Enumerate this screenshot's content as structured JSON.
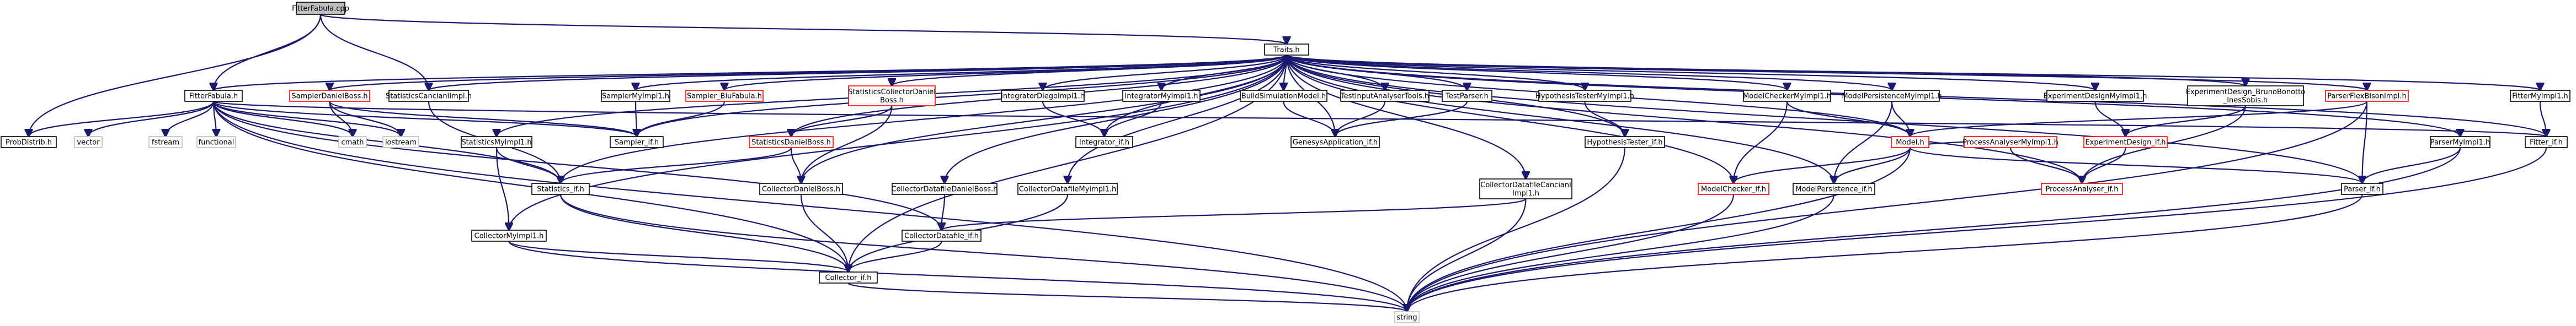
{
  "nodes": [
    {
      "id": "fitterfabula_cpp",
      "label": [
        "FitterFabula.cpp"
      ],
      "style": "focus"
    },
    {
      "id": "traits",
      "label": [
        "Traits.h"
      ],
      "style": "normal"
    },
    {
      "id": "fitterfabula_h",
      "label": [
        "FitterFabula.h"
      ],
      "style": "normal"
    },
    {
      "id": "statscanciani",
      "label": [
        "StatisticsCancianiImpl.h"
      ],
      "style": "normal"
    },
    {
      "id": "sampler_daniel",
      "label": [
        "SamplerDanielBoss.h"
      ],
      "style": "red"
    },
    {
      "id": "sampler_myimpl",
      "label": [
        "SamplerMyImpl1.h"
      ],
      "style": "normal"
    },
    {
      "id": "sampler_biu",
      "label": [
        "Sampler_BiuFabula.h"
      ],
      "style": "red"
    },
    {
      "id": "stats_coll_daniel",
      "label": [
        "StatisticsCollectorDaniel",
        "Boss.h"
      ],
      "style": "red"
    },
    {
      "id": "integ_diego",
      "label": [
        "IntegratorDiegoImpl1.h"
      ],
      "style": "normal"
    },
    {
      "id": "integ_myimpl",
      "label": [
        "IntegratorMyImpl1.h"
      ],
      "style": "normal"
    },
    {
      "id": "buildsim",
      "label": [
        "BuildSimulationModel.h"
      ],
      "style": "normal"
    },
    {
      "id": "testinput",
      "label": [
        "TestInputAnalyserTools.h"
      ],
      "style": "normal"
    },
    {
      "id": "testparser",
      "label": [
        "TestParser.h"
      ],
      "style": "normal"
    },
    {
      "id": "hyptester_myimpl",
      "label": [
        "HypothesisTesterMyImpl1.h"
      ],
      "style": "normal"
    },
    {
      "id": "modelchecker_myimpl",
      "label": [
        "ModelCheckerMyImpl1.h"
      ],
      "style": "normal"
    },
    {
      "id": "modelpersist_myimpl",
      "label": [
        "ModelPersistenceMyImpl1.h"
      ],
      "style": "normal"
    },
    {
      "id": "expdesign_myimpl",
      "label": [
        "ExperimentDesignMyImpl1.h"
      ],
      "style": "normal"
    },
    {
      "id": "expdesign_bruno",
      "label": [
        "ExperimentDesign_BrunoBonotto",
        "_InesSobis.h"
      ],
      "style": "normal"
    },
    {
      "id": "parserflex",
      "label": [
        "ParserFlexBisonImpl.h"
      ],
      "style": "red"
    },
    {
      "id": "fitter_myimpl",
      "label": [
        "FitterMyImpl1.h"
      ],
      "style": "normal"
    },
    {
      "id": "parser_myimpl",
      "label": [
        "ParserMyImpl1.h"
      ],
      "style": "normal"
    },
    {
      "id": "probdistrib",
      "label": [
        "ProbDistrib.h"
      ],
      "style": "normal"
    },
    {
      "id": "vector",
      "label": [
        "vector"
      ],
      "style": "grey"
    },
    {
      "id": "fstream",
      "label": [
        "fstream"
      ],
      "style": "grey"
    },
    {
      "id": "functional",
      "label": [
        "functional"
      ],
      "style": "grey"
    },
    {
      "id": "cmath",
      "label": [
        "cmath"
      ],
      "style": "grey"
    },
    {
      "id": "iostream",
      "label": [
        "iostream"
      ],
      "style": "grey"
    },
    {
      "id": "stats_myimpl",
      "label": [
        "StatisticsMyImpl1.h"
      ],
      "style": "normal"
    },
    {
      "id": "sampler_if",
      "label": [
        "Sampler_if.h"
      ],
      "style": "normal"
    },
    {
      "id": "stats_daniel",
      "label": [
        "StatisticsDanielBoss.h"
      ],
      "style": "red"
    },
    {
      "id": "integrator_if",
      "label": [
        "Integrator_if.h"
      ],
      "style": "normal"
    },
    {
      "id": "genesys_app",
      "label": [
        "GenesysApplication_if.h"
      ],
      "style": "normal"
    },
    {
      "id": "hyptester_if",
      "label": [
        "HypothesisTester_if.h"
      ],
      "style": "normal"
    },
    {
      "id": "model",
      "label": [
        "Model.h"
      ],
      "style": "red"
    },
    {
      "id": "procanalyser_myimpl",
      "label": [
        "ProcessAnalyserMyImpl1.h"
      ],
      "style": "red"
    },
    {
      "id": "expdesign_if",
      "label": [
        "ExperimentDesign_if.h"
      ],
      "style": "red"
    },
    {
      "id": "fitter_if",
      "label": [
        "Fitter_if.h"
      ],
      "style": "normal"
    },
    {
      "id": "coll_datafile_canciani",
      "label": [
        "CollectorDatafileCanciani",
        "Impl1.h"
      ],
      "style": "normal"
    },
    {
      "id": "statistics_if",
      "label": [
        "Statistics_if.h"
      ],
      "style": "normal"
    },
    {
      "id": "coll_daniel",
      "label": [
        "CollectorDanielBoss.h"
      ],
      "style": "normal"
    },
    {
      "id": "coll_datafile_daniel",
      "label": [
        "CollectorDatafileDanielBoss.h"
      ],
      "style": "normal"
    },
    {
      "id": "coll_datafile_myimpl",
      "label": [
        "CollectorDatafileMyImpl1.h"
      ],
      "style": "normal"
    },
    {
      "id": "modelchecker_if",
      "label": [
        "ModelChecker_if.h"
      ],
      "style": "red"
    },
    {
      "id": "modelpersist_if",
      "label": [
        "ModelPersistence_if.h"
      ],
      "style": "normal"
    },
    {
      "id": "procanalyser_if",
      "label": [
        "ProcessAnalyser_if.h"
      ],
      "style": "red"
    },
    {
      "id": "parser_if",
      "label": [
        "Parser_if.h"
      ],
      "style": "normal"
    },
    {
      "id": "coll_myimpl",
      "label": [
        "CollectorMyImpl1.h"
      ],
      "style": "normal"
    },
    {
      "id": "coll_datafile_if",
      "label": [
        "CollectorDatafile_if.h"
      ],
      "style": "normal"
    },
    {
      "id": "collector_if",
      "label": [
        "Collector_if.h"
      ],
      "style": "normal"
    },
    {
      "id": "string",
      "label": [
        "string"
      ],
      "style": "grey"
    }
  ],
  "edges": [
    [
      "fitterfabula_cpp",
      "traits"
    ],
    [
      "fitterfabula_cpp",
      "fitterfabula_h"
    ],
    [
      "fitterfabula_cpp",
      "statscanciani"
    ],
    [
      "fitterfabula_cpp",
      "probdistrib"
    ],
    [
      "traits",
      "fitterfabula_h"
    ],
    [
      "traits",
      "statscanciani"
    ],
    [
      "traits",
      "sampler_daniel"
    ],
    [
      "traits",
      "sampler_myimpl"
    ],
    [
      "traits",
      "sampler_biu"
    ],
    [
      "traits",
      "stats_coll_daniel"
    ],
    [
      "traits",
      "integ_diego"
    ],
    [
      "traits",
      "integ_myimpl"
    ],
    [
      "traits",
      "buildsim"
    ],
    [
      "traits",
      "testinput"
    ],
    [
      "traits",
      "testparser"
    ],
    [
      "traits",
      "hyptester_myimpl"
    ],
    [
      "traits",
      "modelchecker_myimpl"
    ],
    [
      "traits",
      "modelpersist_myimpl"
    ],
    [
      "traits",
      "expdesign_myimpl"
    ],
    [
      "traits",
      "expdesign_bruno"
    ],
    [
      "traits",
      "parserflex"
    ],
    [
      "traits",
      "fitter_myimpl"
    ],
    [
      "traits",
      "parser_myimpl"
    ],
    [
      "traits",
      "stats_myimpl"
    ],
    [
      "traits",
      "sampler_if"
    ],
    [
      "traits",
      "stats_daniel"
    ],
    [
      "traits",
      "integrator_if"
    ],
    [
      "traits",
      "genesys_app"
    ],
    [
      "traits",
      "hyptester_if"
    ],
    [
      "traits",
      "model"
    ],
    [
      "traits",
      "coll_datafile_canciani"
    ],
    [
      "traits",
      "statistics_if"
    ],
    [
      "traits",
      "coll_daniel"
    ],
    [
      "traits",
      "coll_datafile_daniel"
    ],
    [
      "traits",
      "coll_datafile_myimpl"
    ],
    [
      "traits",
      "modelchecker_if"
    ],
    [
      "traits",
      "modelpersist_if"
    ],
    [
      "traits",
      "procanalyser_if"
    ],
    [
      "traits",
      "parser_if"
    ],
    [
      "traits",
      "fitter_if"
    ],
    [
      "traits",
      "coll_myimpl"
    ],
    [
      "traits",
      "collector_if"
    ],
    [
      "fitterfabula_h",
      "probdistrib"
    ],
    [
      "fitterfabula_h",
      "vector"
    ],
    [
      "fitterfabula_h",
      "fstream"
    ],
    [
      "fitterfabula_h",
      "functional"
    ],
    [
      "fitterfabula_h",
      "cmath"
    ],
    [
      "fitterfabula_h",
      "iostream"
    ],
    [
      "fitterfabula_h",
      "fitter_if"
    ],
    [
      "fitterfabula_h",
      "sampler_if"
    ],
    [
      "fitterfabula_h",
      "statistics_if"
    ],
    [
      "fitterfabula_h",
      "collector_if"
    ],
    [
      "fitterfabula_h",
      "coll_datafile_if"
    ],
    [
      "fitterfabula_h",
      "string"
    ],
    [
      "statscanciani",
      "statistics_if"
    ],
    [
      "sampler_daniel",
      "sampler_if"
    ],
    [
      "sampler_daniel",
      "cmath"
    ],
    [
      "sampler_daniel",
      "iostream"
    ],
    [
      "sampler_myimpl",
      "sampler_if"
    ],
    [
      "sampler_biu",
      "sampler_if"
    ],
    [
      "stats_coll_daniel",
      "stats_daniel"
    ],
    [
      "stats_coll_daniel",
      "coll_daniel"
    ],
    [
      "stats_daniel",
      "statistics_if"
    ],
    [
      "stats_daniel",
      "coll_daniel"
    ],
    [
      "integ_diego",
      "integrator_if"
    ],
    [
      "integ_myimpl",
      "integrator_if"
    ],
    [
      "buildsim",
      "genesys_app"
    ],
    [
      "testinput",
      "genesys_app"
    ],
    [
      "testparser",
      "genesys_app"
    ],
    [
      "hyptester_myimpl",
      "hyptester_if"
    ],
    [
      "modelchecker_myimpl",
      "model"
    ],
    [
      "modelchecker_myimpl",
      "modelchecker_if"
    ],
    [
      "modelpersist_myimpl",
      "model"
    ],
    [
      "modelpersist_myimpl",
      "modelpersist_if"
    ],
    [
      "expdesign_myimpl",
      "expdesign_if"
    ],
    [
      "expdesign_bruno",
      "expdesign_if"
    ],
    [
      "expdesign_bruno",
      "procanalyser_if"
    ],
    [
      "parserflex",
      "parser_if"
    ],
    [
      "parserflex",
      "model"
    ],
    [
      "parserflex",
      "string"
    ],
    [
      "fitter_myimpl",
      "fitter_if"
    ],
    [
      "parser_myimpl",
      "parser_if"
    ],
    [
      "parser_myimpl",
      "string"
    ],
    [
      "stats_myimpl",
      "coll_myimpl"
    ],
    [
      "stats_myimpl",
      "statistics_if"
    ],
    [
      "model",
      "modelchecker_if"
    ],
    [
      "model",
      "modelpersist_if"
    ],
    [
      "model",
      "procanalyser_myimpl"
    ],
    [
      "model",
      "parser_if"
    ],
    [
      "model",
      "string"
    ],
    [
      "procanalyser_myimpl",
      "procanalyser_if"
    ],
    [
      "expdesign_if",
      "procanalyser_if"
    ],
    [
      "hyptester_if",
      "string"
    ],
    [
      "fitter_if",
      "string"
    ],
    [
      "parser_if",
      "string"
    ],
    [
      "coll_datafile_canciani",
      "coll_datafile_if"
    ],
    [
      "coll_datafile_canciani",
      "string"
    ],
    [
      "statistics_if",
      "collector_if"
    ],
    [
      "statistics_if",
      "string"
    ],
    [
      "coll_daniel",
      "collector_if"
    ],
    [
      "coll_datafile_daniel",
      "coll_datafile_if"
    ],
    [
      "coll_datafile_myimpl",
      "collector_if"
    ],
    [
      "modelchecker_if",
      "string"
    ],
    [
      "modelpersist_if",
      "string"
    ],
    [
      "coll_myimpl",
      "collector_if"
    ],
    [
      "coll_myimpl",
      "string"
    ],
    [
      "coll_datafile_if",
      "collector_if"
    ],
    [
      "collector_if",
      "string"
    ]
  ]
}
